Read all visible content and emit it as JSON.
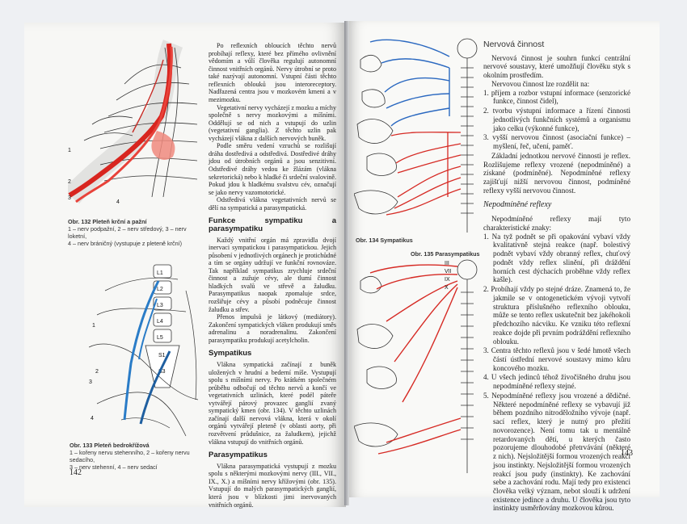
{
  "left_page": {
    "figure_132": {
      "caption_title": "Obr. 132 Pleteň krční a pažní",
      "caption_line1": "1 – nerv podpažní, 2 – nerv středový, 3 – nerv loketní,",
      "caption_line2": "4 – nerv bráničný (vystupuje z pleteně krční)",
      "labels": [
        "1",
        "2",
        "3",
        "4"
      ]
    },
    "figure_133": {
      "caption_title": "Obr. 133 Pleteň bedrokřížová",
      "caption_line1": "1 – kořeny nervu stehenního, 2 – kořeny nervu sedacího,",
      "caption_line2": "3 – nerv stehenní, 4 – nerv sedací",
      "labels": [
        "1",
        "2",
        "3",
        "4"
      ],
      "vertebra_labels": [
        "L1",
        "L2",
        "L3",
        "L4",
        "L5",
        "S1",
        "S3"
      ]
    },
    "text": {
      "p1": "Po reflexních obloucích těchto nervů probíhají reflexy, které bez přímého ovlivnění vědomím a vůlí člověka regulují autonomní činnost vnitřních orgánů. Nervy útrobní se proto také nazývají autonomní. Vstupní části těchto reflexních oblouků jsou interoreceptory. Nadřazená centra jsou v mozkovém kmeni a v mezimozku.",
      "p2": "Vegetativní nervy vycházejí z mozku a míchy společně s nervy mozkovými a míšními. Oddělují se od nich a vstupují do uzlin (vegetativní ganglia). Z těchto uzlin pak vycházejí vlákna z dalších nervových buněk.",
      "p3": "Podle směru vedení vzruchů se rozlišují dráha dostředivá a odstředivá. Dostředivé dráhy jdou od útrobních orgánů a jsou senzitivní. Odstředivé dráhy vedou ke žlázám (vlákna sekretorická) nebo k hladké či srdeční svalovině. Pokud jdou k hladkému svalstvu cév, označují se jako nervy vazomotorické.",
      "p4": "Odstředivá vlákna vegetativních nervů se dělí na sympatická a parasympatická.",
      "h1": "Funkce sympatiku a parasympatiku",
      "p5": "Každý vnitřní orgán má zpravidla dvojí inervaci sympatickou i parasympatickou. Jejich působení v jednotlivých orgánech je protichůdné a tím se orgány udržují ve funkční rovnováze. Tak například sympatikus zrychluje srdeční činnost a zužuje cévy, ale tlumí činnost hladkých svalů ve střevě a žaludku. Parasympatikus naopak zpomaluje srdce, rozšiřuje cévy a působí podněcuje činnost žaludku a střev.",
      "p6": "Přenos impulsů je látkový (mediátory). Zakončení sympatických vláken produkují směs adrenalinu a noradrenalinu. Zakončení parasympatiku produkují acetylcholin.",
      "h2": "Sympatikus",
      "p7": "Vlákna sympatická začínají z buněk uložených v hrudní a bederní míše. Vystupují spolu s míšními nervy. Po krátkém společném průběhu odbočují od těchto nervů a končí ve vegetativních uzlinách, které podél páteře vytvářejí párový provazec ganglií zvaný sympatický kmen (obr. 134). V těchto uzlinách začínají další nervová vlákna, která v okolí orgánů vytvářejí pleteně (v oblasti aorty, při rozvětvení průdušnice, za žaludkem), jejichž vlákna vstupují do vnitřních orgánů.",
      "h3": "Parasympatikus",
      "p8": "Vlákna parasympatická vystupují z mozku spolu s některými mozkovými nervy (III., VII., IX., X.) a míšními nervy křížovými (obr. 135). Vstupují do malých parasympatických ganglií, která jsou v blízkosti jimi inervovaných vnitřních orgánů."
    },
    "page_number": "142"
  },
  "right_page": {
    "figure_134": {
      "caption": "Obr. 134 Sympatikus"
    },
    "figure_135": {
      "caption": "Obr. 135 Parasympatikus",
      "labels": [
        "III",
        "VII",
        "IX",
        "X"
      ]
    },
    "title": "Nervová činnost",
    "p1": "Nervová činnost je souhrn funkcí centrální nervové soustavy, které umožňují člověku styk s okolním prostředím.",
    "p2": "Nervovou činnost lze rozdělit na:",
    "list1": [
      "1. příjem a rozbor vstupní informace (senzorické funkce, činnost čidel),",
      "2. tvorbu výstupní informace a řízení činnosti jednotlivých funkčních systémů a organismu jako celku (výkonné funkce),",
      "3. vyšší nervovou činnost (asociační funkce) – myšlení, řeč, učení, paměť."
    ],
    "p3": "Základní jednotkou nervové činnosti je reflex. Rozlišujeme reflexy vrozené (nepodmíněné) a získané (podmíněné). Nepodmíněné reflexy zajišťují nižší nervovou činnost, podmíněné reflexy vyšší nervovou činnost.",
    "subhead": "Nepodmíněné reflexy",
    "p4": "Nepodmíněné reflexy mají tyto charakteristické znaky:",
    "list2": [
      "1. Na tyž podnět se při opakování vybaví vždy kvalitativně stejná reakce (např. bolestivý podnět vybaví vždy obranný reflex, chuťový podnět vždy reflex slinění, při dráždění horních cest dýchacích proběhne vždy reflex kašle).",
      "2. Probíhají vždy po stejné dráze. Znamená to, že jakmile se v ontogenetickém vývoji vytvoří struktura příslušného reflexního oblouku, může se tento reflex uskutečnit bez jakéhokoli předchozího nácviku. Ke vzniku této reflexní reakce dojde při prvním podráždění reflexního oblouku.",
      "3. Centra těchto reflexů jsou v šedé hmotě všech částí ústřední nervové soustavy mimo kůru koncového mozku.",
      "4. U všech jedinců téhož živočišného druhu jsou nepodmíněné reflexy stejné.",
      "5. Nepodmíněné reflexy jsou vrozené a dědičné. Některé nepodmíněné reflexy se vybavují již během pozdního nitroděložního vývoje (např. sací reflex, který je nutný pro přežití novorozence). Není tomu tak u mentálně retardovaných dětí, u kterých často pozorujeme dlouhodobé přetrvávání (některé z nich). Nejsložitější formou vrozených reakcí jsou instinkty. Nejsložitější formou vrozených reakcí jsou pudy (instinkty). Ke zachování sebe a zachování rodu. Mají tedy pro existenci člověka velký význam, nebot slouží k udržení existence jedince a druhu. U člověka jsou tyto instinkty usměrňovány mozkovou kůrou."
    ],
    "page_number": "143"
  }
}
